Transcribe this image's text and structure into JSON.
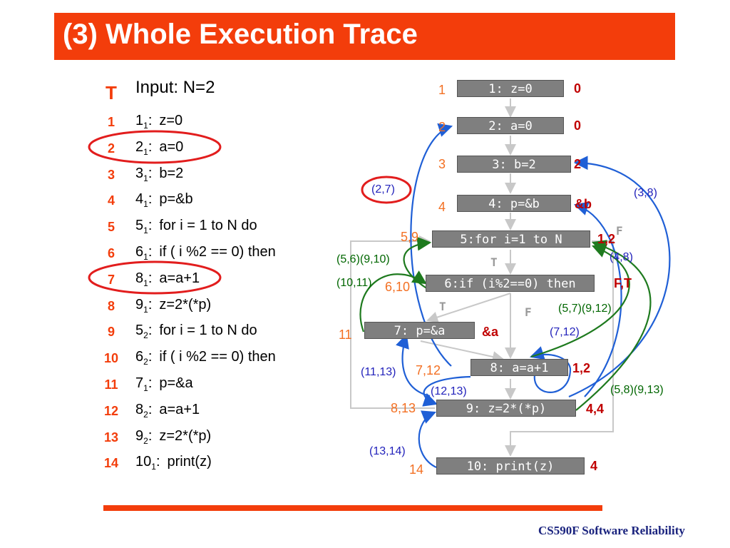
{
  "title": "(3) Whole Execution Trace",
  "trace": {
    "t_header": "T",
    "input_label": "Input: N=2",
    "rows": [
      {
        "t": "1",
        "base": "1",
        "sub": "1",
        "code": "z=0"
      },
      {
        "t": "2",
        "base": "2",
        "sub": "1",
        "code": "a=0"
      },
      {
        "t": "3",
        "base": "3",
        "sub": "1",
        "code": "b=2"
      },
      {
        "t": "4",
        "base": "4",
        "sub": "1",
        "code": "p=&b"
      },
      {
        "t": "5",
        "base": "5",
        "sub": "1",
        "code": "for i = 1 to N do"
      },
      {
        "t": "6",
        "base": "6",
        "sub": "1",
        "code": "if ( i %2 == 0) then"
      },
      {
        "t": "7",
        "base": "8",
        "sub": "1",
        "code": "a=a+1"
      },
      {
        "t": "8",
        "base": "9",
        "sub": "1",
        "code": "z=2*(*p)"
      },
      {
        "t": "9",
        "base": "5",
        "sub": "2",
        "code": "for i = 1 to N do"
      },
      {
        "t": "10",
        "base": "6",
        "sub": "2",
        "code": "if ( i %2 == 0) then"
      },
      {
        "t": "11",
        "base": "7",
        "sub": "1",
        "code": "p=&a"
      },
      {
        "t": "12",
        "base": "8",
        "sub": "2",
        "code": "a=a+1"
      },
      {
        "t": "13",
        "base": "9",
        "sub": "2",
        "code": "z=2*(*p)"
      },
      {
        "t": "14",
        "base": "10",
        "sub": "1",
        "code": "print(z)"
      }
    ]
  },
  "graph": {
    "nodes": {
      "n1": "1: z=0",
      "n2": "2: a=0",
      "n3": "3: b=2",
      "n4": "4: p=&b",
      "n5": "5:for i=1 to N",
      "n6": "6:if (i%2==0) then",
      "n7": "7: p=&a",
      "n8": "8: a=a+1",
      "n9": "9: z=2*(*p)",
      "n10": "10: print(z)"
    },
    "timestamps": {
      "n1": "1",
      "n2": "2",
      "n3": "3",
      "n4": "4",
      "n5": "5,9",
      "n6": "6,10",
      "n7": "11",
      "n8": "7,12",
      "n9": "8,13",
      "n10": "14"
    },
    "values": {
      "n1": "0",
      "n2": "0",
      "n3": "2",
      "n4": "&b",
      "n5": "1,2",
      "n6": "F,T",
      "n7": "&a",
      "n8": "1,2",
      "n9": "4,4",
      "n10": "4"
    },
    "branch_labels": {
      "t_5": "T",
      "f_5": "F",
      "t_6": "T",
      "f_6": "F"
    },
    "data_deps": {
      "d27": "(2,7)",
      "d38": "(3,8)",
      "d48": "(4,8)",
      "d712": "(7,12)",
      "d1113": "(11,13)",
      "d1213": "(12,13)",
      "d1314": "(13,14)"
    },
    "control_deps": {
      "c56": "(5,6)(9,10)",
      "c1011": "(10,11)",
      "c57": "(5,7)(9,12)",
      "c58": "(5,8)(9,13)"
    },
    "colors": {
      "title_bg": "#f33d0b",
      "timestamp": "#f37023",
      "value": "#c00000",
      "data_dep": "#1f5fd6",
      "control_dep": "#1e7a1e",
      "node_fill": "#7f7f7f",
      "highlight": "#e21d1d"
    }
  },
  "footer": "CS590F Software Reliability"
}
